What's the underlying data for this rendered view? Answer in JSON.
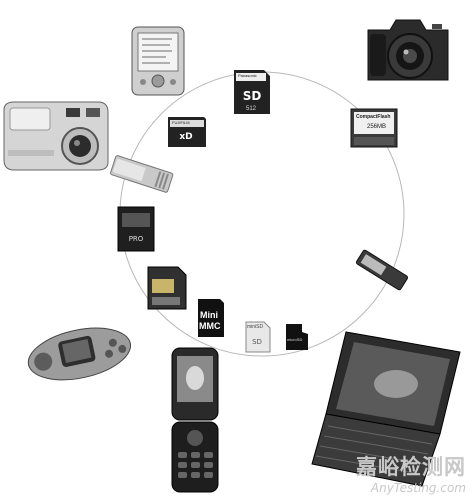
{
  "image": {
    "description_free": true,
    "labels": {
      "sd_card_top_brand": "Panasonic",
      "sd_card_top_capacity": "512",
      "cf_card_brand": "CompactFlash",
      "cf_card_capacity": "256MB",
      "xd_card_brand": "FUJIFILM",
      "mini_mmc_line1": "Mini",
      "mini_mmc_line2": "MMC",
      "mini_sd_label": "miniSD",
      "micro_sd_label": "microSD"
    }
  },
  "watermark": {
    "cn": "嘉峪检测网",
    "en": "AnyTesting.com"
  },
  "colors": {
    "circle": "#b0b0b0",
    "device_dark": "#2a2a2a",
    "device_mid": "#7a7a7a",
    "device_light": "#d8d8d8"
  }
}
